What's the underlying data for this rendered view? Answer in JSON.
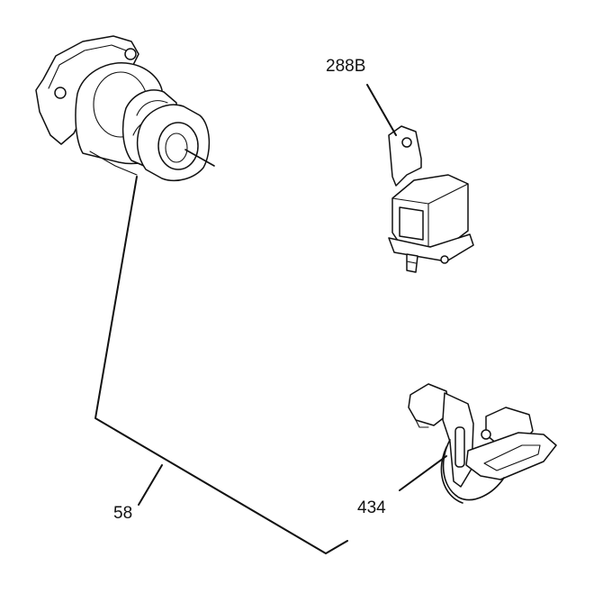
{
  "labels": {
    "part_a": "288B",
    "part_b": "58",
    "part_c": "434"
  }
}
